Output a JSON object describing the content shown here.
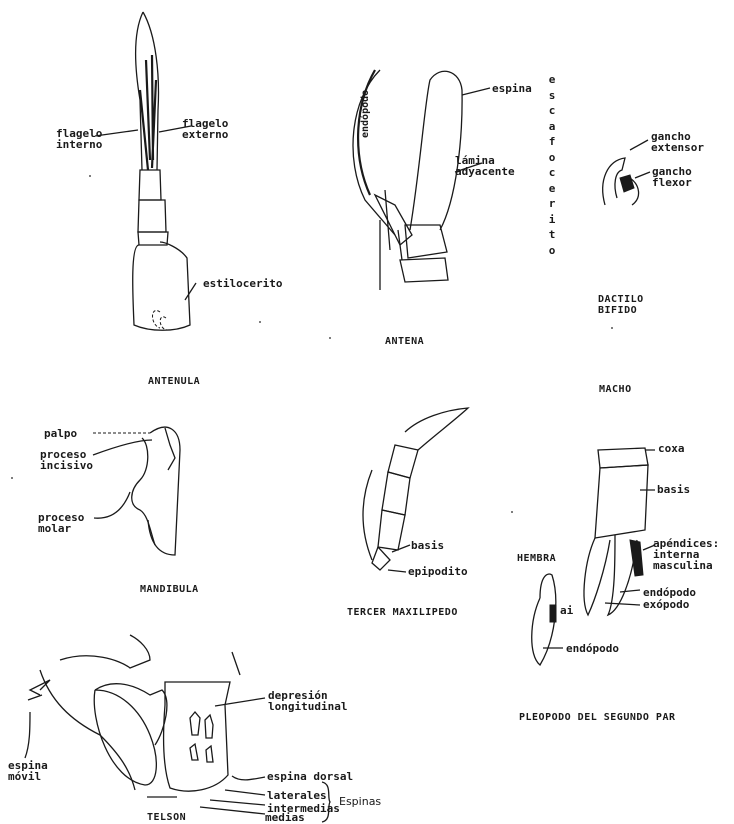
{
  "figures": {
    "antenula": {
      "caption": "ANTENULA",
      "labels": {
        "flagelo_interno": "flagelo\ninterno",
        "flagelo_externo": "flagelo\nexterno",
        "estilocerito": "estilocerito"
      }
    },
    "antena": {
      "caption": "ANTENA",
      "labels": {
        "endopodo": "endópodo",
        "espina": "espina",
        "lamina_adyacente": "lámina\nadyacente",
        "escafocerito": [
          "e",
          "s",
          "c",
          "a",
          "f",
          "o",
          "c",
          "e",
          "r",
          "i",
          "t",
          "o"
        ]
      }
    },
    "dactilo": {
      "caption": "DACTILO\nBIFIDO",
      "labels": {
        "gancho_extensor": "gancho\nextensor",
        "gancho_flexor": "gancho\nflexor"
      }
    },
    "mandibula": {
      "caption": "MANDIBULA",
      "labels": {
        "palpo": "palpo",
        "proceso_incisivo": "proceso\nincisivo",
        "proceso_molar": "proceso\nmolar"
      }
    },
    "tercer_maxilipedo": {
      "caption": "TERCER MAXILIPEDO",
      "labels": {
        "basis": "basis",
        "epipodito": "epipodito"
      }
    },
    "pleopodo": {
      "caption": "PLEOPODO DEL SEGUNDO PAR",
      "macho": "MACHO",
      "hembra": "HEMBRA",
      "labels": {
        "coxa": "coxa",
        "basis": "basis",
        "apendices": "apéndices:\ninterna\nmasculina",
        "endopodo_m": "endópodo",
        "exopodo": "exópodo",
        "ai": "ai",
        "endopodo_h": "endópodo"
      }
    },
    "telson": {
      "caption": "TELSON",
      "labels": {
        "espina_movil": "espina\nmóvil",
        "depresion": "depresión\nlongitudinal",
        "espina_dorsal": "espina dorsal",
        "laterales": "laterales",
        "intermedias": "intermedias",
        "medias": "medias",
        "espinas": "Espinas"
      }
    }
  }
}
